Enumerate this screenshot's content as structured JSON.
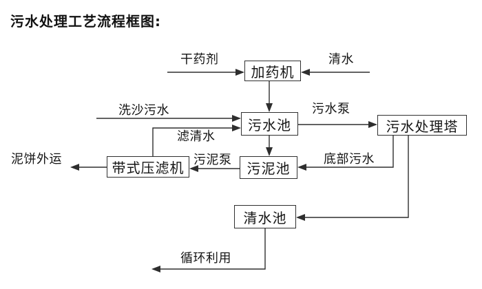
{
  "page": {
    "title": "污水处理工艺流程框图:"
  },
  "diagram": {
    "type": "flowchart",
    "boxes": [
      {
        "id": "dosing-machine",
        "label": "加药机"
      },
      {
        "id": "sewage-pool",
        "label": "污水池"
      },
      {
        "id": "treatment-tower",
        "label": "污水处理塔"
      },
      {
        "id": "sludge-pool",
        "label": "污泥池"
      },
      {
        "id": "belt-filter-press",
        "label": "带式压滤机"
      },
      {
        "id": "clean-water-pool",
        "label": "清水池"
      }
    ],
    "arrows": [
      {
        "label": "干药剂",
        "from": "",
        "to": "加药机"
      },
      {
        "label": "清水",
        "from": "",
        "to": "加药机"
      },
      {
        "label": "",
        "from": "加药机",
        "to": "污水池"
      },
      {
        "label": "洗沙污水",
        "from": "",
        "to": "污水池"
      },
      {
        "label": "滤清水",
        "from": "带式压滤机",
        "to": "污水池"
      },
      {
        "label": "污水泵",
        "from": "污水池",
        "to": "污水处理塔"
      },
      {
        "label": "",
        "from": "污水池",
        "to": "污泥池"
      },
      {
        "label": "底部污水",
        "from": "污水处理塔",
        "to": "污泥池"
      },
      {
        "label": "污泥泵",
        "from": "污泥池",
        "to": "带式压滤机"
      },
      {
        "label": "泥饼外运",
        "from": "带式压滤机",
        "to": ""
      },
      {
        "label": "",
        "from": "污水处理塔",
        "to": "清水池"
      },
      {
        "label": "循环利用",
        "from": "清水池",
        "to": ""
      }
    ],
    "colors": {
      "line": "#2e2e2e",
      "text": "#151515",
      "background": "#ffffff"
    }
  }
}
